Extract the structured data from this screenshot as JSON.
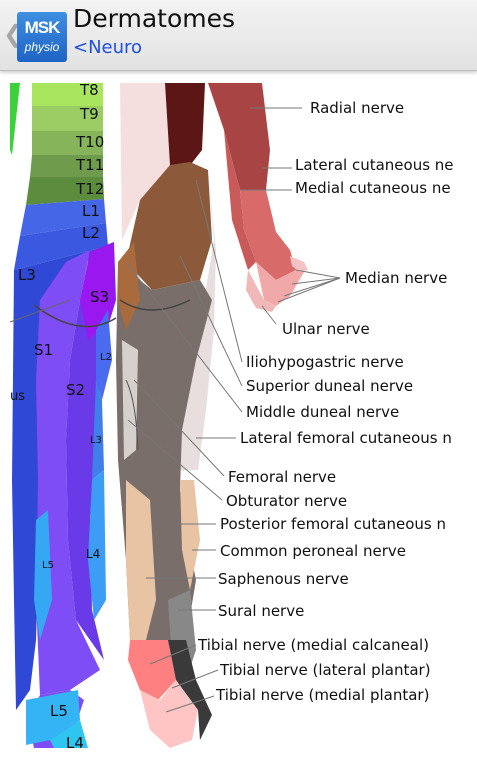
{
  "header": {
    "logo_top": "MSK",
    "logo_bottom": "physio",
    "title": "Dermatomes",
    "up_link": "<Neuro"
  },
  "dermatomes": {
    "t8": "T8",
    "t9": "T9",
    "t10": "T10",
    "t11": "T11",
    "t12": "T12",
    "l1": "L1",
    "l2": "L2",
    "l3_left": "L3",
    "s3": "S3",
    "s1": "S1",
    "s2": "S2",
    "l2_small": "L2",
    "l3_small": "L3",
    "l4_right": "L4",
    "l5_small": "L5",
    "l5": "L5",
    "l4_bottom": "L4",
    "edge_fragment": "us"
  },
  "nerves": {
    "radial": "Radial nerve",
    "lateral_cutaneous": "Lateral cutaneous ne",
    "medial_cutaneous": "Medial cutaneous ne",
    "median": "Median nerve",
    "ulnar": "Ulnar nerve",
    "iliohypogastric": "Iliohypogastric nerve",
    "superior_duneal": "Superior duneal nerve",
    "middle_duneal": "Middle duneal nerve",
    "lateral_femoral_cutaneous": "Lateral femoral cutaneous n",
    "femoral": "Femoral nerve",
    "obturator": "Obturator nerve",
    "posterior_femoral_cutaneous": "Posterior femoral cutaneous n",
    "common_peroneal": "Common peroneal nerve",
    "saphenous": "Saphenous nerve",
    "sural": "Sural nerve",
    "tibial_medial_calcaneal": "Tibial nerve (medial calcaneal)",
    "tibial_lateral_plantar": "Tibial nerve (lateral plantar)",
    "tibial_medial_plantar": "Tibial nerve (medial plantar)"
  }
}
